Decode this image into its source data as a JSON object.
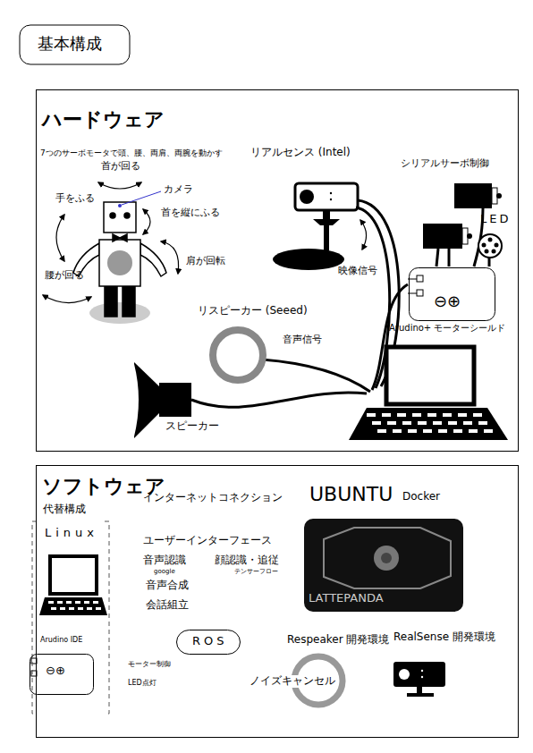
{
  "diagram": {
    "title": "基本構成",
    "nodes": [
      {
        "text": [
          "ハードウェア"
        ]
      },
      {
        "text": [
          "⊖⊕",
          "Arudino+ モーターシールド"
        ],
        "in": 0
      },
      {
        "text": [
          "リスピーカー (Seeed)"
        ],
        "in": 0
      },
      {
        "text": [
          "ソフトウェア"
        ]
      },
      {
        "text": [
          "LATTEPANDA"
        ],
        "in": 3
      },
      {
        "text": [
          "Arudino IDE",
          "⊖⊕"
        ],
        "in": 3
      },
      {
        "text": [
          "ROS"
        ],
        "in": 3
      },
      {
        "text": [
          "Respeaker 開発環境",
          "ノイズキャンセル"
        ],
        "in": 3
      }
    ],
    "labels": [
      "7つのサーボモータで頭、腰、両肩、両腕を動かす",
      "首が回る",
      "リアルセンス (Intel)",
      "シリアルサーボ制御",
      "カメラ",
      "手をふる",
      "首を縦にふる",
      "LED",
      "肩が回転",
      "映像信号",
      "腰が回る",
      "音声信号",
      "スピーカー",
      "インターネットコネクション",
      "UBUNTU",
      "Docker",
      "代替構成",
      "Linux",
      "ユーザーインターフェース",
      "音声認識",
      "顔認識・追従",
      "google",
      "テンサーフロー",
      "音声合成",
      "会話組立",
      "RealSense 開発環境",
      "モーター制御",
      "LED点灯"
    ]
  }
}
